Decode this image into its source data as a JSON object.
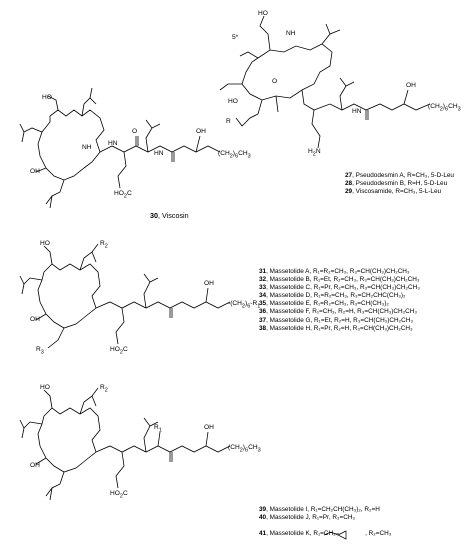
{
  "figure": {
    "structure_1": {
      "compound_number": "30",
      "compound_name": ", Viscosin",
      "atoms": {
        "oh_top": "HO",
        "oh_side": "OH",
        "nh": "NH",
        "hn": "HN",
        "o": "O",
        "oh_chain": "OH",
        "tail": "(CH",
        "tail_sub": "2",
        "tail_end": ")",
        "tail_n": "6",
        "tail_end2": "CH",
        "tail_end2_sub": "3",
        "acid": "HO",
        "acid_sub": "2",
        "acid_end": "C"
      }
    },
    "structure_2": {
      "star_label": "5*",
      "atoms": {
        "oh_top": "HO",
        "oh_side": "HO",
        "nh": "NH",
        "hn": "HN",
        "o": "O",
        "r": "R",
        "amide": "H",
        "amide_sub": "2",
        "amide_end": "N",
        "oh_chain": "OH",
        "tail": "(CH",
        "tail_sub": "2",
        "tail_end": ")",
        "tail_n": "6",
        "tail_end2": "CH",
        "tail_end2_sub": "3"
      },
      "legend": [
        {
          "num": "27",
          "text": ", Pseudodesmin A, R=CH₃, 5-D-Leu"
        },
        {
          "num": "28",
          "text": ", Pseudodesmin B, R=H, 5-D-Leu"
        },
        {
          "num": "29",
          "text": ", Viscosamide, R=CH₃, 5-L-Leu"
        }
      ]
    },
    "structure_3": {
      "atoms": {
        "oh_top": "HO",
        "oh_side": "OH",
        "r2": "R",
        "r2_sub": "2",
        "r3": "R",
        "r3_sub": "3",
        "r1_tail": "-(CH",
        "r1_tail_sub": "2",
        "r1_tail_end": ")",
        "r1_tail_n": "6",
        "r1_tail_end2": "-R",
        "r1_tail_end2_sub": "1",
        "oh_chain": "OH",
        "acid": "HO",
        "acid_sub": "2",
        "acid_end": "C"
      },
      "legend": [
        {
          "num": "31",
          "text": ", Massetolide A, R₁=R₂=CH₃, R₃=CH(CH₃)CH₂CH₃"
        },
        {
          "num": "32",
          "text": ", Massetolide B, R₁=Et, R₂=CH₃, R₃=CH(CH₃)CH₂CH₃"
        },
        {
          "num": "33",
          "text": ", Massetolide C, R₁=Pr, R₂=CH₃, R₃=CH(CH₃)CH₂CH₃"
        },
        {
          "num": "34",
          "text": ", Massetolide D, R₁=R₂=CH₃, R₃=CH₂CHC(CH₃)₂"
        },
        {
          "num": "35",
          "text": ", Massetolide E, R₁=R₂=CH₃, R₃=CH(CH₃)₂"
        },
        {
          "num": "36",
          "text": ", Massetolide F, R₁=CH₃, R₂=H, R₃=CH(CH₃)CH₂CH₃"
        },
        {
          "num": "37",
          "text": ", Massetolide G, R₁=Et, R₂=H, R₃=CH(CH₃)CH₂CH₃"
        },
        {
          "num": "38",
          "text": ", Massetolide H, R₁=Pr, R₂=H, R₃=CH(CH₃)CH₂CH₃"
        }
      ]
    },
    "structure_4": {
      "atoms": {
        "oh_top": "HO",
        "oh_side": "OH",
        "r1": "R",
        "r1_sub": "1",
        "r2": "R",
        "r2_sub": "2",
        "oh_chain": "OH",
        "tail": "(CH",
        "tail_sub": "2",
        "tail_end": ")",
        "tail_n": "6",
        "tail_end2": "CH",
        "tail_end2_sub": "3",
        "acid": "HO",
        "acid_sub": "2",
        "acid_end": "C"
      },
      "legend": [
        {
          "num": "39",
          "text": ", Massetolide I, R₁=CH₂CH(CH₃)₂, R₂=H"
        },
        {
          "num": "40",
          "text": ", Massetolide J, R₁=Pr, R₂=CH₃"
        },
        {
          "num": "41",
          "text": ", Massetolide K, R₁=CH₂–",
          "text_end": ", R₂=CH₃"
        }
      ]
    }
  }
}
